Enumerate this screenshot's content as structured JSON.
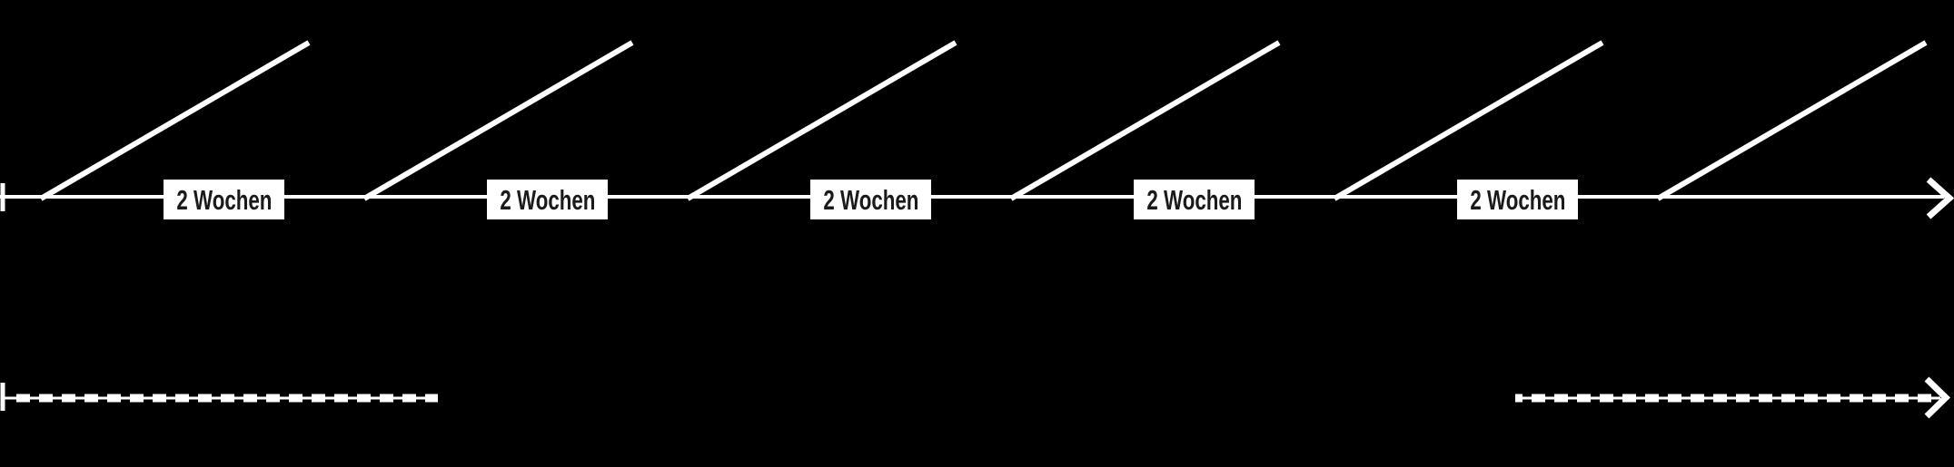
{
  "timeline": {
    "labels": [
      "2 Wochen",
      "2 Wochen",
      "2 Wochen",
      "2 Wochen",
      "2 Wochen"
    ],
    "colors": {
      "background": "#000000",
      "line": "#ffffff",
      "label_bg": "#ffffff",
      "label_text": "#1a1a1a"
    },
    "icons": {
      "top_arrow": "arrow-right-icon",
      "bottom_arrow": "arrow-right-icon"
    }
  }
}
